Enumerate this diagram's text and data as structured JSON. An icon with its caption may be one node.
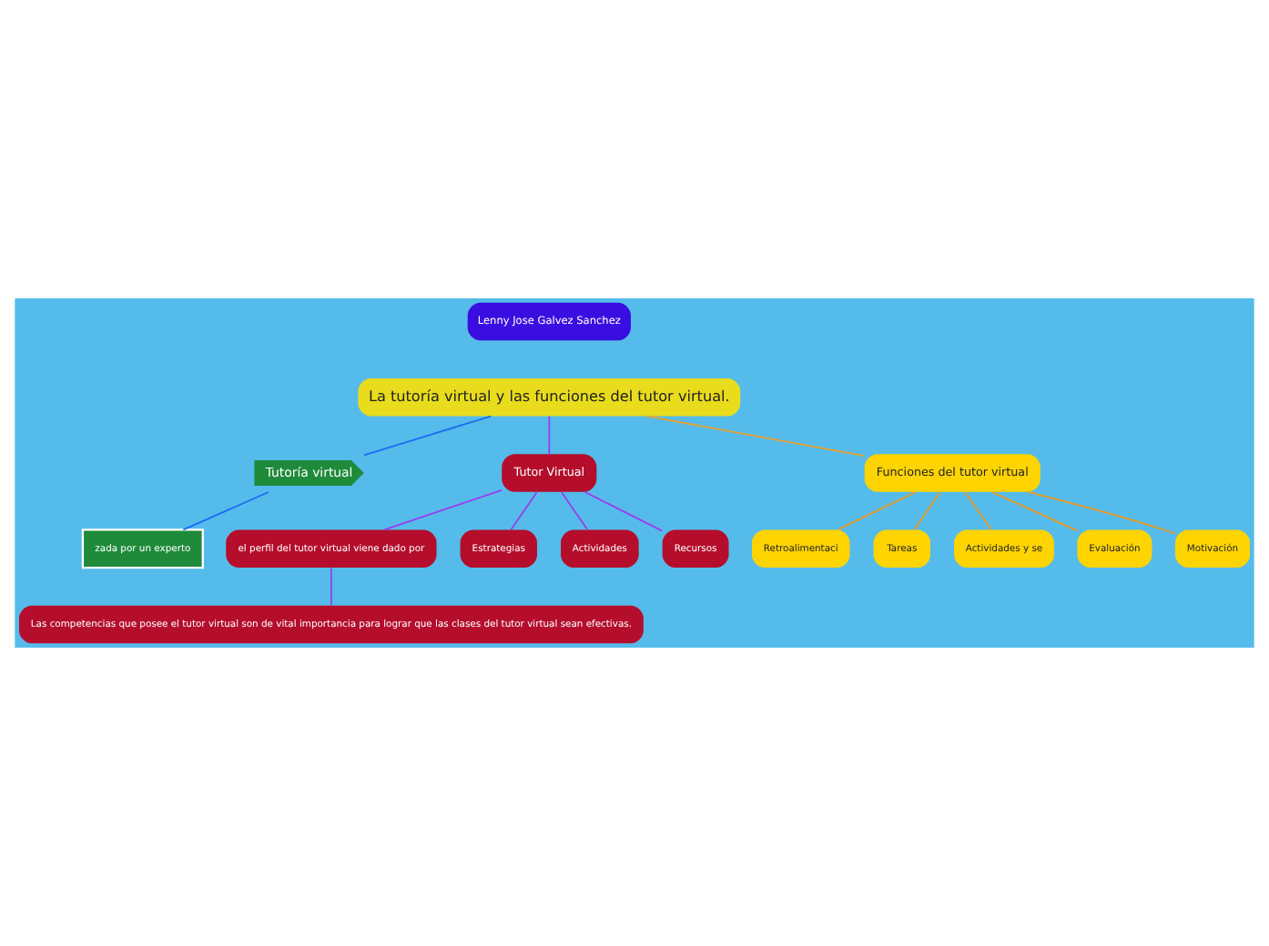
{
  "diagram": {
    "nodes": [
      {
        "text": [
          "Lenny Jose Galvez Sanchez"
        ]
      },
      {
        "text": [
          "La tutoría virtual y las funciones del tutor virtual."
        ]
      },
      {
        "text": [
          "Tutoría virtual"
        ]
      },
      {
        "text": [
          "zada por un experto"
        ]
      },
      {
        "text": [
          "Tutor Virtual"
        ]
      },
      {
        "text": [
          "el perfil del tutor virtual viene dado por"
        ]
      },
      {
        "text": [
          "Las competencias que posee el tutor virtual son de vital importancia para lograr que las clases del tutor virtual sean efectivas."
        ]
      },
      {
        "text": [
          "Estrategias"
        ]
      },
      {
        "text": [
          "Actividades"
        ]
      },
      {
        "text": [
          "Recursos"
        ]
      },
      {
        "text": [
          "Funciones del tutor virtual"
        ]
      },
      {
        "text": [
          "Retroalimentaci"
        ]
      },
      {
        "text": [
          "Tareas"
        ]
      },
      {
        "text": [
          "Actividades y se"
        ]
      },
      {
        "text": [
          "Evaluación"
        ]
      },
      {
        "text": [
          "Motivación"
        ]
      }
    ],
    "edges": [
      {
        "from": 1,
        "to": 2,
        "arrow": "none",
        "color": "#1a6cf0"
      },
      {
        "from": 1,
        "to": 4,
        "arrow": "none",
        "color": "#9b3cf0"
      },
      {
        "from": 1,
        "to": 10,
        "arrow": "none",
        "color": "#e8a030"
      },
      {
        "from": 2,
        "to": 3,
        "arrow": "none",
        "color": "#1a6cf0"
      },
      {
        "from": 4,
        "to": 5,
        "arrow": "none",
        "color": "#9b3cf0"
      },
      {
        "from": 4,
        "to": 7,
        "arrow": "none",
        "color": "#9b3cf0"
      },
      {
        "from": 4,
        "to": 8,
        "arrow": "none",
        "color": "#9b3cf0"
      },
      {
        "from": 4,
        "to": 9,
        "arrow": "none",
        "color": "#9b3cf0"
      },
      {
        "from": 5,
        "to": 6,
        "arrow": "none",
        "color": "#9b3cf0"
      },
      {
        "from": 10,
        "to": 11,
        "arrow": "none",
        "color": "#f09a20"
      },
      {
        "from": 10,
        "to": 12,
        "arrow": "none",
        "color": "#f09a20"
      },
      {
        "from": 10,
        "to": 13,
        "arrow": "none",
        "color": "#f09a20"
      },
      {
        "from": 10,
        "to": 14,
        "arrow": "none",
        "color": "#f09a20"
      },
      {
        "from": 10,
        "to": 15,
        "arrow": "none",
        "color": "#f09a20"
      }
    ]
  }
}
